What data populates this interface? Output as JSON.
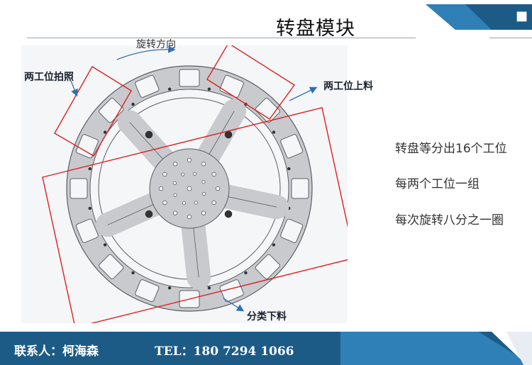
{
  "header": {
    "title": "转盘模块"
  },
  "figure": {
    "labels": {
      "rotation_direction": "旋转方向",
      "two_station_photo": "两工位拍照",
      "two_station_loading": "两工位上料",
      "sort_unloading": "分类下料"
    },
    "colors": {
      "disk": "#c8cace",
      "outline": "#5a5e64",
      "highlight": "#e02020",
      "arrow": "#2f6fb0"
    }
  },
  "points": [
    "转盘等分出16个工位",
    "每两个工位一组",
    "每次旋转八分之一圈"
  ],
  "footer": {
    "contact": "联系人：柯海森",
    "phone": "TEL：180 7294 1066"
  },
  "colors": {
    "brand_dark": "#1d5b87",
    "brand_light": "#2f80b7"
  }
}
